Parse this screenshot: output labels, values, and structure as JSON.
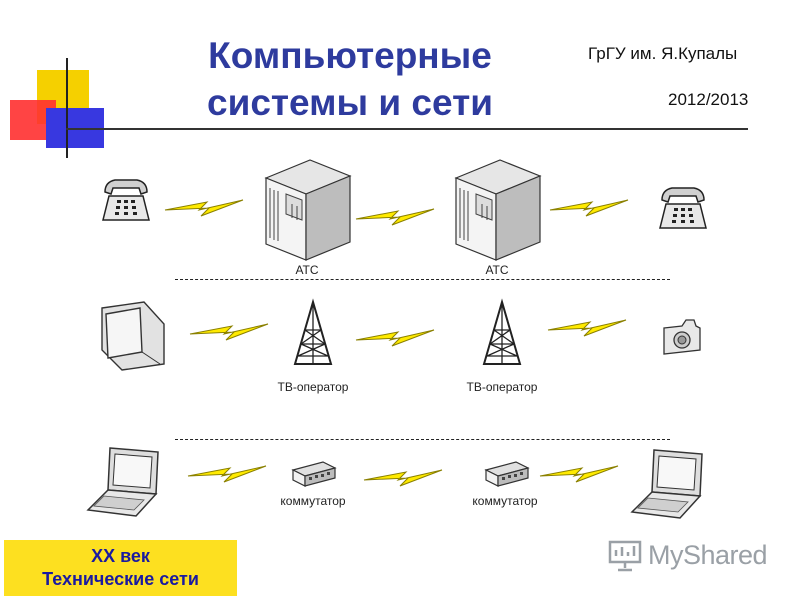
{
  "header": {
    "title_line1": "Компьютерные",
    "title_line2": "системы и сети",
    "university": "ГрГУ им. Я.Купалы",
    "years": "2012/2013"
  },
  "diagram": {
    "row1": {
      "node1_label": "АТС",
      "node2_label": "АТС"
    },
    "row2": {
      "node1_label": "ТВ-оператор",
      "node2_label": "ТВ-оператор"
    },
    "row3": {
      "node1_label": "коммутатор",
      "node2_label": "коммутатор"
    }
  },
  "footer": {
    "badge_line1": "XX век",
    "badge_line2": "Технические сети",
    "watermark": "MyShared"
  },
  "colors": {
    "title": "#2e3b9e",
    "lightning": "#ffea00",
    "badge_bg": "#fde020",
    "badge_text": "#1a1aa0"
  },
  "icons": [
    "telephone-icon",
    "server-icon",
    "lightning-icon",
    "tv-icon",
    "tower-icon",
    "camera-icon",
    "laptop-icon",
    "switch-icon",
    "presentation-icon"
  ]
}
